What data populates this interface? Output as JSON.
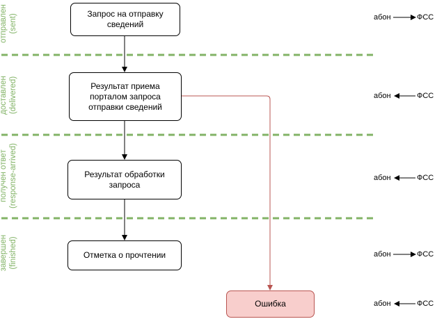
{
  "stages": [
    {
      "label": "отправлен\n(sent)"
    },
    {
      "label": "доставлен\n(delivered)"
    },
    {
      "label": "получен ответ\n(response-arrived)"
    },
    {
      "label": "завершен\n(finished)"
    }
  ],
  "boxes": [
    {
      "label": "Запрос на отправку\nсведений"
    },
    {
      "label": "Результат приема\nпорталом запроса\nотправки сведений"
    },
    {
      "label": "Результат обработки\nзапроса"
    },
    {
      "label": "Отметка о прочтении"
    },
    {
      "label": "Ошибка"
    }
  ],
  "directions": [
    {
      "left": "абон",
      "right": "ФСС",
      "arrow": "right"
    },
    {
      "left": "абон",
      "right": "ФСС",
      "arrow": "left"
    },
    {
      "left": "абон",
      "right": "ФСС",
      "arrow": "left"
    },
    {
      "left": "абон",
      "right": "ФСС",
      "arrow": "right"
    },
    {
      "left": "абон",
      "right": "ФСС",
      "arrow": "left"
    }
  ],
  "colors": {
    "stage_line": "#82b366",
    "error_fill": "#f8cecc",
    "error_stroke": "#b85450",
    "connector": "#000000"
  }
}
